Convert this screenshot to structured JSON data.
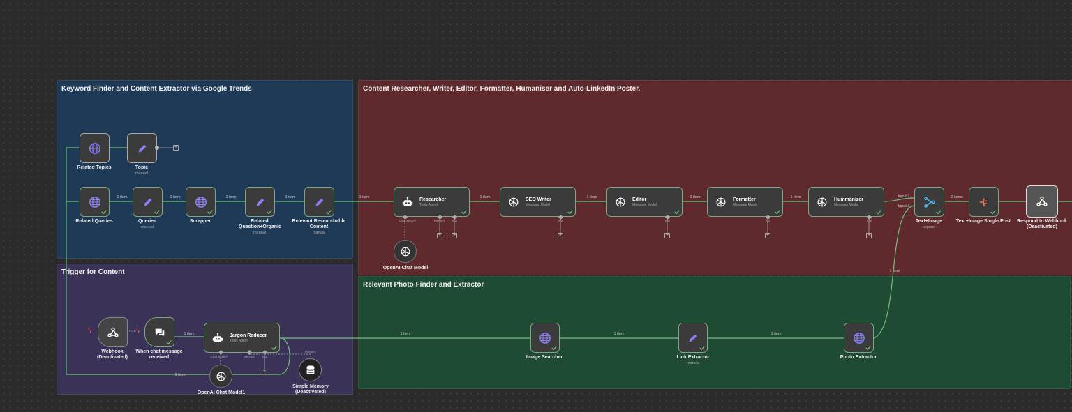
{
  "groups": {
    "keyword": {
      "title": "Keyword Finder and Content Extractor via Google Trends",
      "color": "#1f3a57"
    },
    "trigger": {
      "title": "Trigger for Content",
      "color": "#3b3357"
    },
    "researcher": {
      "title": "Content Researcher, Writer, Editor, Formatter, Humaniser and Auto-LinkedIn Poster.",
      "color": "#5f2a2e"
    },
    "photo": {
      "title": "Relevant Photo Finder and Extractor",
      "color": "#1f4a33"
    }
  },
  "nodes": {
    "related_topics": {
      "name": "Related Topics",
      "icon": "globe-icon"
    },
    "topic": {
      "name": "Topic",
      "sub": "manual",
      "icon": "pencil-icon"
    },
    "related_queries": {
      "name": "Related Queries",
      "icon": "globe-icon"
    },
    "queries": {
      "name": "Queries",
      "sub": "manual",
      "icon": "pencil-icon"
    },
    "scrapper": {
      "name": "Scrapper",
      "icon": "globe-icon"
    },
    "related_question": {
      "name": "Related Question+Organic",
      "sub": "manual",
      "icon": "pencil-icon"
    },
    "relevant_content": {
      "name": "Relevant Researchable Content",
      "sub": "manual",
      "icon": "pencil-icon"
    },
    "researcher": {
      "name": "Researcher",
      "sub": "Tools Agent",
      "icon": "robot-icon"
    },
    "seo_writer": {
      "name": "SEO Writer",
      "sub": "Message Model",
      "icon": "openai-icon"
    },
    "editor": {
      "name": "Editor",
      "sub": "Message Model",
      "icon": "openai-icon"
    },
    "formatter": {
      "name": "Formatter",
      "sub": "Message Model",
      "icon": "openai-icon"
    },
    "hummanizer": {
      "name": "Hummanizer",
      "sub": "Message Model",
      "icon": "openai-icon"
    },
    "text_image": {
      "name": "Text+Image",
      "sub": "append",
      "icon": "merge-icon"
    },
    "single_post": {
      "name": "Text+Image Single Post",
      "icon": "split-icon"
    },
    "respond": {
      "name": "Respond to Webhook (Deactivated)",
      "icon": "webhook-icon"
    },
    "openai_model": {
      "name": "OpenAI Chat Model",
      "icon": "openai-icon"
    },
    "webhook": {
      "name": "Webhook (Deactivated)",
      "icon": "webhook-icon"
    },
    "chat_trigger": {
      "name": "When chat message received",
      "icon": "chat-icon"
    },
    "jargon": {
      "name": "Jargon Reducer",
      "sub": "Tools Agent",
      "icon": "robot-icon"
    },
    "openai_model1": {
      "name": "OpenAI Chat Model1",
      "icon": "openai-icon"
    },
    "simple_memory": {
      "name": "Simple Memory (Deactivated)",
      "icon": "database-icon"
    },
    "image_searcher": {
      "name": "Image Searcher",
      "icon": "globe-icon"
    },
    "link_extractor": {
      "name": "Link Extractor",
      "sub": "manual",
      "icon": "pencil-icon"
    },
    "photo_extractor": {
      "name": "Photo Extractor",
      "icon": "globe-icon"
    }
  },
  "edge_labels": {
    "item": "1 item",
    "items2": "2 items",
    "input1": "Input 1",
    "input2": "Input 2",
    "pgr": "PGR"
  },
  "sub_ports": {
    "chat_model": "Chat Model*",
    "memory": "Memory",
    "tool": "Tool"
  },
  "colors": {
    "wire": "#6fbf7f",
    "node_border": "#7aa87f",
    "accent": "#7b6cf6"
  }
}
